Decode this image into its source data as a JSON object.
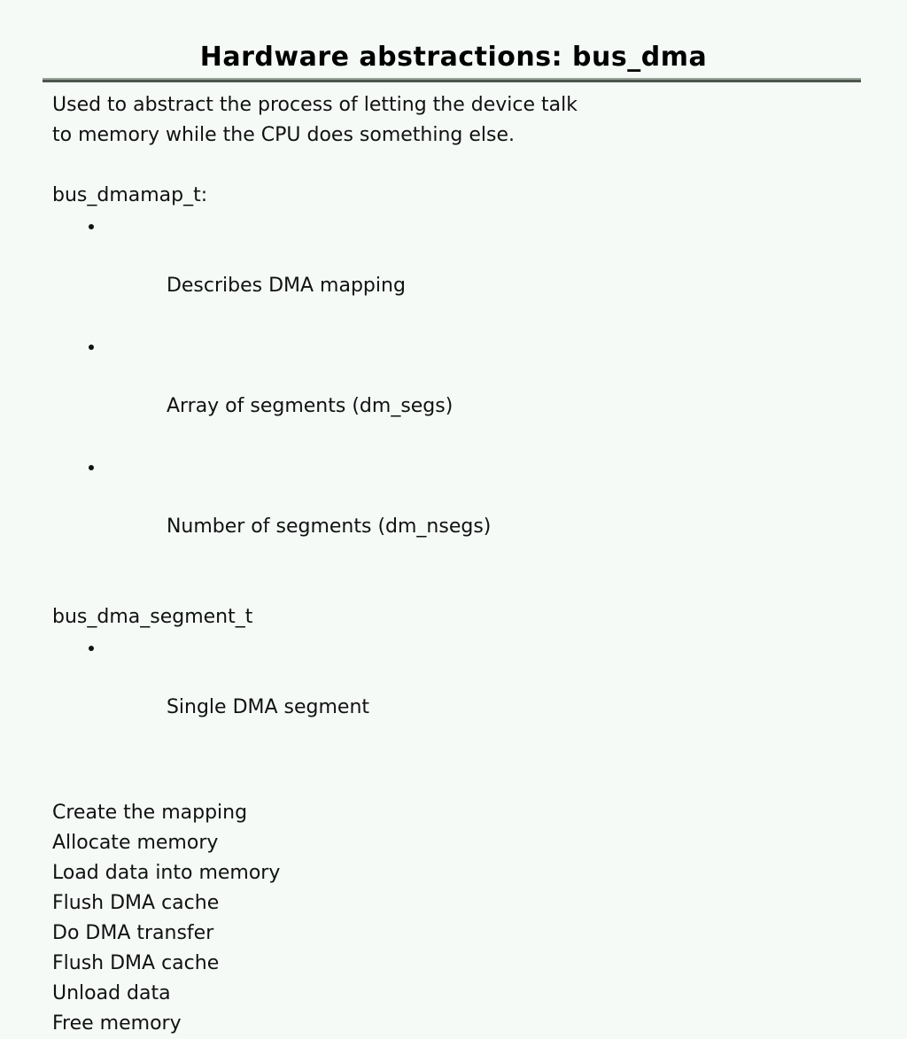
{
  "slide": {
    "title": "Hardware abstractions: bus_dma",
    "intro": [
      "Used to abstract the process of letting the device talk",
      "to memory while the CPU does something else."
    ],
    "sections": [
      {
        "heading": "bus_dmamap_t:",
        "bullets": [
          "Describes DMA mapping",
          "Array of segments (dm_segs)",
          "Number of segments (dm_nsegs)"
        ]
      },
      {
        "heading": "bus_dma_segment_t",
        "bullets": [
          "Single DMA segment"
        ]
      }
    ],
    "steps": [
      "Create the mapping",
      "Allocate memory",
      "Load data into memory",
      "Flush DMA cache",
      "Do DMA transfer",
      "Flush DMA cache",
      "Unload data",
      "Free memory"
    ],
    "colors": {
      "background": "#f5faf7",
      "text": "#111111",
      "title": "#000000",
      "rule_light": "#9aa39a",
      "rule_dark": "#4d564d"
    }
  }
}
